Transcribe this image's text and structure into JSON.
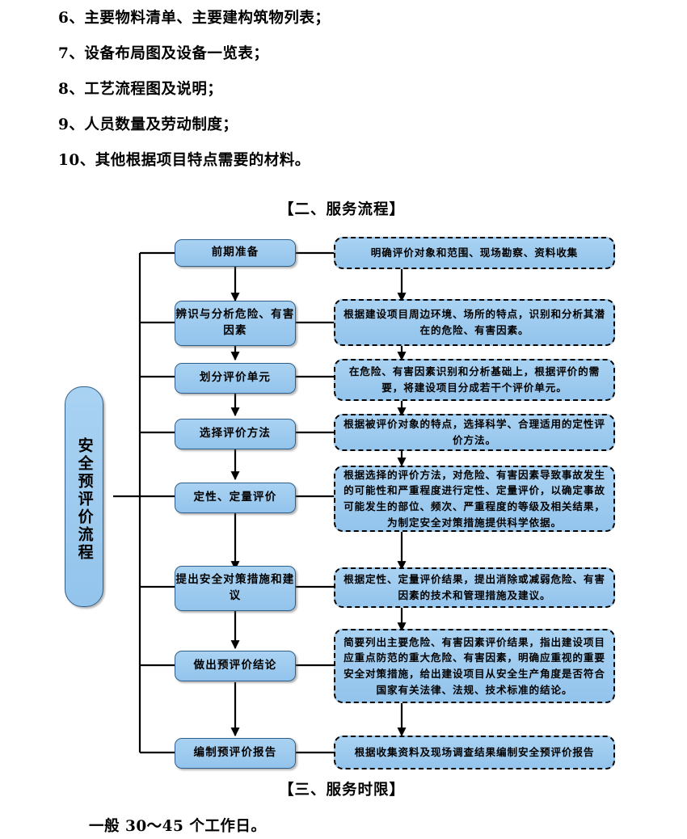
{
  "document": {
    "list_items": [
      "6、主要物料清单、主要建构筑物列表；",
      "7、设备布局图及设备一览表；",
      "8、工艺流程图及说明；",
      "9、人员数量及劳动制度；",
      "10、其他根据项目特点需要的材料。"
    ],
    "heading_two": "【二、服务流程】",
    "heading_three": "【三、服务时限】",
    "closing_line": "一般 30～45 个工作日。"
  },
  "flowchart": {
    "spine_title": "安全预评价流程",
    "colors": {
      "node_fill": "#9ecbf0",
      "node_border": "#2e5f8a",
      "dashed_border": "#000000",
      "connector": "#000000"
    },
    "stages": [
      {
        "label": "前期准备"
      },
      {
        "label": "辨识与分析危险、有害因素"
      },
      {
        "label": "划分评价单元"
      },
      {
        "label": "选择评价方法"
      },
      {
        "label": "定性、定量评价"
      },
      {
        "label": "提出安全对策措施和建议"
      },
      {
        "label": "做出预评价结论"
      },
      {
        "label": "编制预评价报告"
      }
    ],
    "descriptions": [
      {
        "text": "明确评价对象和范围、现场勘察、资料收集"
      },
      {
        "text": "根据建设项目周边环境、场所的特点，识别和分析其潜在的危险、有害因素。"
      },
      {
        "text": "在危险、有害因素识别和分析基础上，根据评价的需要，将建设项目分成若干个评价单元。"
      },
      {
        "text": "根据被评价对象的特点，选择科学、合理适用的定性评价方法。"
      },
      {
        "text": "根据选择的评价方法，对危险、有害因素导致事故发生的可能性和严重程度进行定性、定量评价，以确定事故可能发生的部位、频次、严重程度的等级及相关结果，为制定安全对策措施提供科学依据。"
      },
      {
        "text": "根据定性、定量评价结果，提出消除或减弱危险、有害因素的技术和管理措施及建议。"
      },
      {
        "text": "简要列出主要危险、有害因素评价结果，指出建设项目应重点防范的重大危险、有害因素，明确应重视的重要安全对策措施，给出建设项目从安全生产角度是否符合国家有关法律、法规、技术标准的结论。"
      },
      {
        "text": "根据收集资料及现场调查结果编制安全预评价报告"
      }
    ]
  }
}
